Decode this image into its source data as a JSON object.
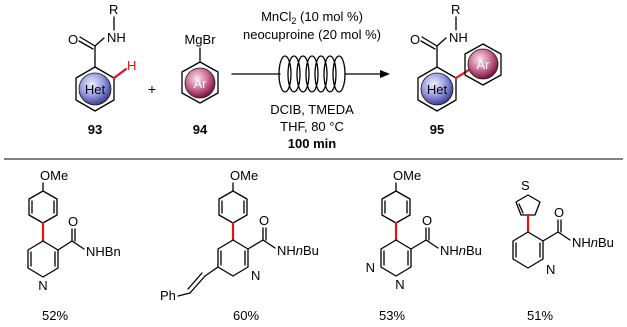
{
  "reaction": {
    "reactant1": {
      "label": "93",
      "R": "R",
      "O": "O",
      "NH": "NH",
      "ring": "Het",
      "H": "H"
    },
    "plus": "+",
    "reactant2": {
      "label": "94",
      "reagent": "MgBr",
      "ring": "Ar"
    },
    "conditions_above": [
      "MnCl",
      "2",
      " (10 mol %)",
      "neocuproine (20 mol %)"
    ],
    "conditions_below": [
      "DCIB, TMEDA",
      "THF, 80 °C",
      "100 min"
    ],
    "product": {
      "label": "95",
      "R": "R",
      "O": "O",
      "NH": "NH",
      "ring1": "Het",
      "ring2": "Ar"
    }
  },
  "examples": [
    {
      "ome": "OMe",
      "amide": "NHBn",
      "O": "O",
      "N": "N",
      "yield": "52%"
    },
    {
      "ome": "OMe",
      "amide_pre": "NH",
      "amide_it": "n",
      "amide_post": "Bu",
      "O": "O",
      "N": "N",
      "Ph": "Ph",
      "yield": "60%"
    },
    {
      "ome": "OMe",
      "amide_pre": "NH",
      "amide_it": "n",
      "amide_post": "Bu",
      "O": "O",
      "N1": "N",
      "N2": "N",
      "yield": "53%"
    },
    {
      "S": "S",
      "amide_pre": "NH",
      "amide_it": "n",
      "amide_post": "Bu",
      "O": "O",
      "N": "N",
      "yield": "51%"
    }
  ],
  "colors": {
    "het_fill": "#5b5fb0",
    "ar_fill": "#a2245a",
    "bond_highlight": "#e3121b"
  }
}
